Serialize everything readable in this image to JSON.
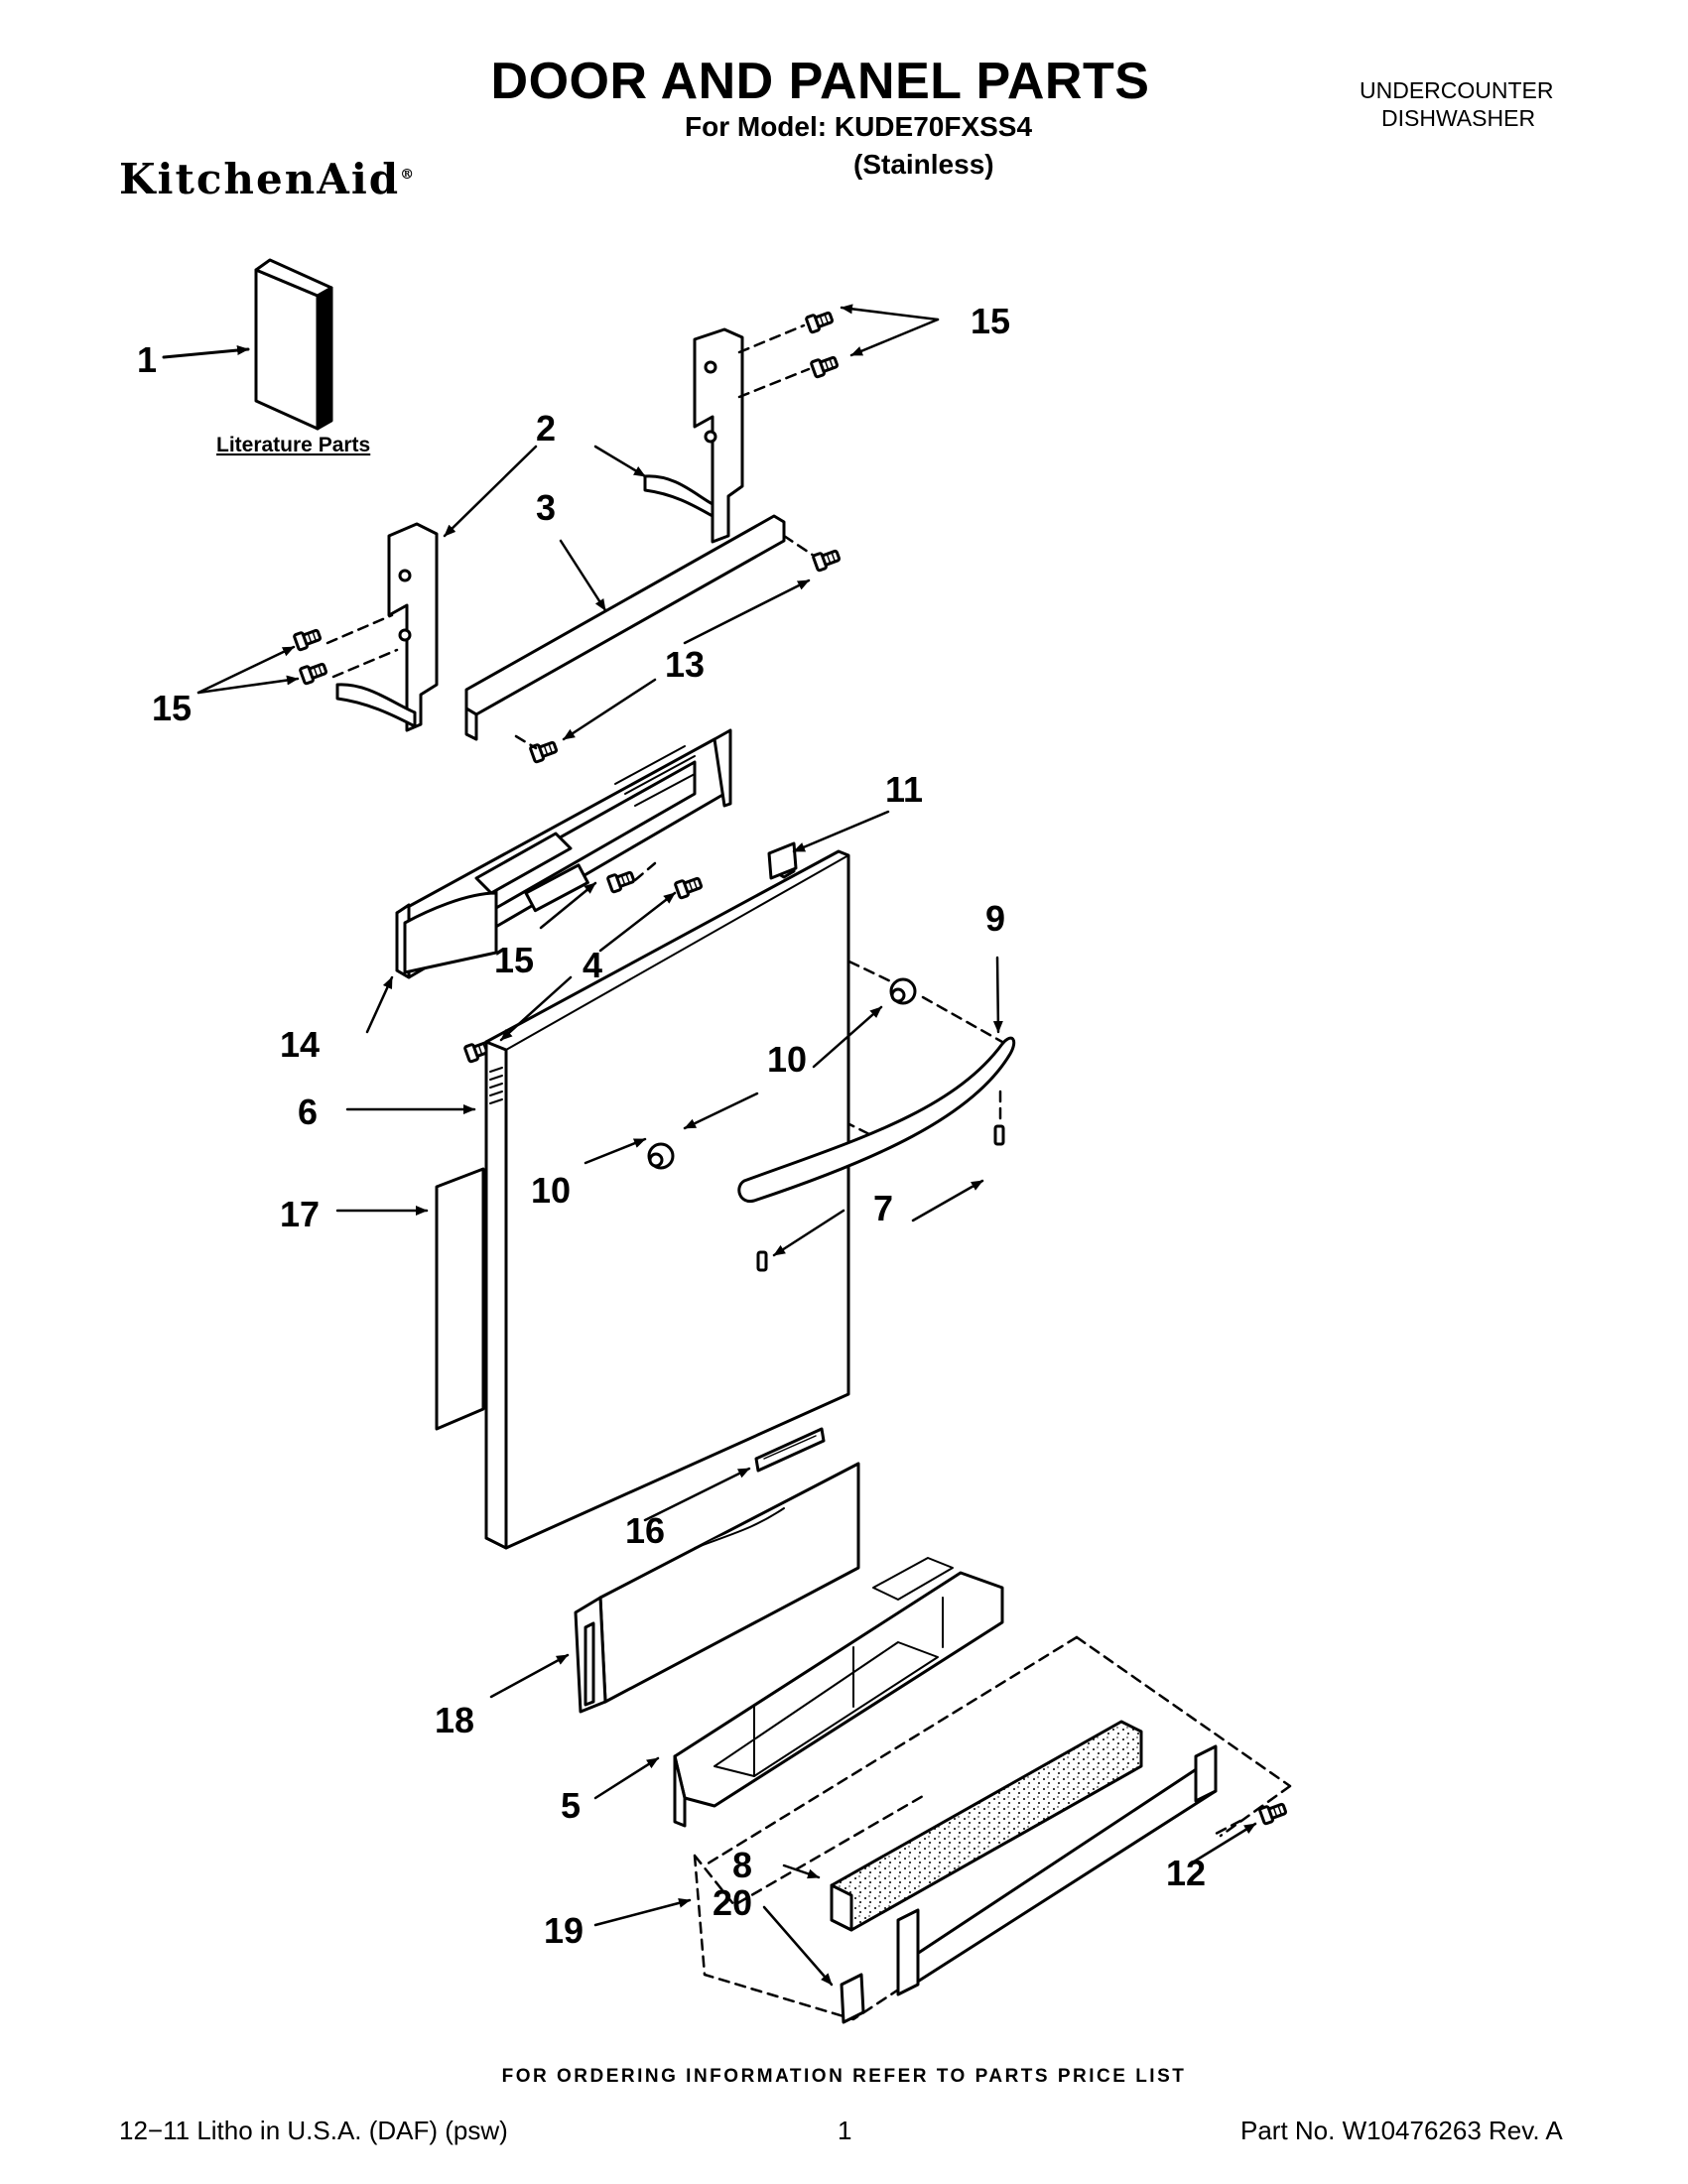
{
  "header": {
    "title": "DOOR AND PANEL PARTS",
    "model_line": "For Model: KUDE70FXSS4",
    "variant": "(Stainless)",
    "category_line1": "UNDERCOUNTER",
    "category_line2": "DISHWASHER",
    "brand": "KitchenAid",
    "brand_mark": "®"
  },
  "diagram": {
    "literature_label": "Literature Parts",
    "callouts": {
      "c1": "1",
      "c2": "2",
      "c3": "3",
      "c4": "4",
      "c5": "5",
      "c6": "6",
      "c7": "7",
      "c8": "8",
      "c9": "9",
      "c10a": "10",
      "c10b": "10",
      "c11": "11",
      "c12": "12",
      "c13": "13",
      "c14": "14",
      "c15a": "15",
      "c15b": "15",
      "c15c": "15",
      "c16": "16",
      "c17": "17",
      "c18": "18",
      "c19": "19",
      "c20": "20"
    }
  },
  "footer": {
    "ordering_note": "FOR ORDERING INFORMATION REFER TO PARTS PRICE LIST",
    "print_info": "12−11 Litho in U.S.A. (DAF) (psw)",
    "page_number": "1",
    "part_number": "Part No. W10476263 Rev. A"
  }
}
